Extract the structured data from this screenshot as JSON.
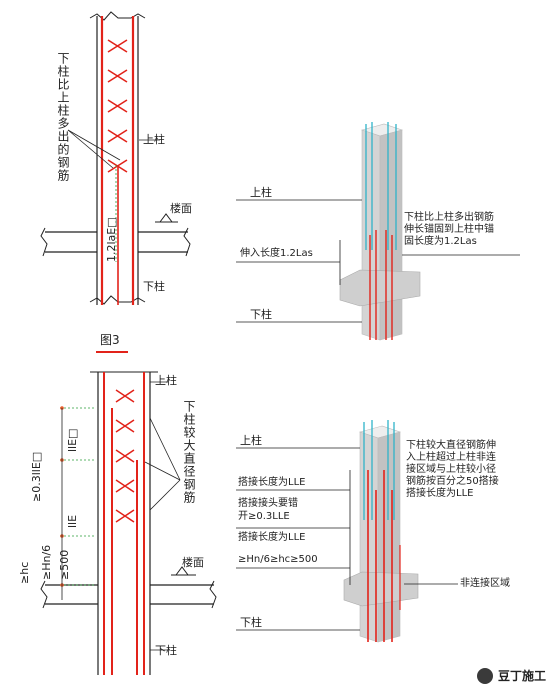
{
  "fig3": {
    "label_extra_rebar": "下柱比上柱多出的钢筋",
    "label_upper": "上柱",
    "label_floor": "楼面",
    "label_lower": "下柱",
    "dim_text": "1.2laE□",
    "caption": "图3"
  },
  "iso_top": {
    "label_upper": "上柱",
    "label_extend": "伸入长度1.2Las",
    "label_lower": "下柱",
    "note_lines": [
      "下柱比上柱多出钢筋",
      "伸长锚固到上柱中锚",
      "固长度为1.2Las"
    ]
  },
  "fig4": {
    "label_upper": "上柱",
    "label_big_rebar": "下柱较大直径钢筋",
    "dim_a": "≥0.3llE□",
    "dim_b": "llE□",
    "dim_c": "llE",
    "dim_d": "≥Hn/6",
    "dim_e": "≥hc",
    "dim_f": "≥500",
    "label_floor": "楼面",
    "label_lower": "下柱"
  },
  "iso_bottom": {
    "label_upper": "上柱",
    "label_lap1": "搭接长度为LLE",
    "label_stagger1": "搭接接头要错",
    "label_stagger2": "开≥0.3LLE",
    "label_lap2": "搭接长度为LLE",
    "label_min": "≥Hn/6≥hc≥500",
    "label_lower": "下柱",
    "label_nonconn": "非连接区域",
    "note_lines": [
      "下柱较大直径钢筋伸",
      "入上柱超过上柱非连",
      "接区域与上柱较小径",
      "钢筋按百分之50搭接",
      "搭接长度为LLE"
    ]
  },
  "watermark": {
    "text": "豆丁施工"
  },
  "colors": {
    "rebar": "#e2231a",
    "cyan": "#2fb3c8",
    "concrete": "#d9d9d9",
    "line": "#222222"
  }
}
